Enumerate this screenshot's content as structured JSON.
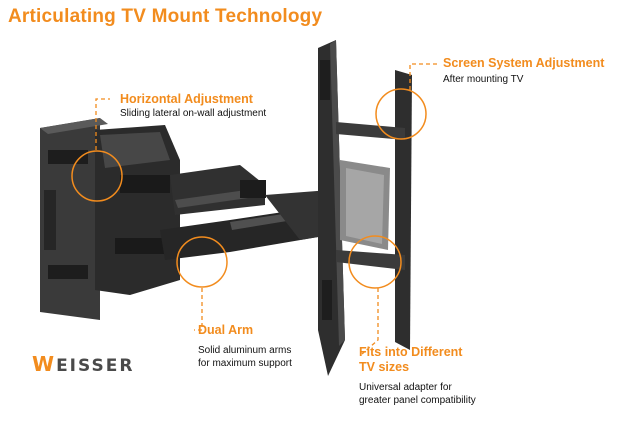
{
  "title": "Articulating TV Mount Technology",
  "callouts": {
    "horizontal": {
      "heading": "Horizontal Adjustment",
      "text": "Sliding lateral on-wall adjustment"
    },
    "screen": {
      "heading": "Screen System Adjustment",
      "text": "After mounting TV"
    },
    "dual_arm": {
      "heading": "Dual Arm",
      "line1": "Solid aluminum arms",
      "line2": "for maximum support"
    },
    "fits": {
      "heading_line1": "Fits into Different",
      "heading_line2": "TV sizes",
      "line1": "Universal adapter for",
      "line2": "greater panel compatibility"
    }
  },
  "logo": {
    "initial": "W",
    "rest": "EISSER"
  },
  "colors": {
    "accent": "#f28c1e",
    "metal": "#2a2a2a"
  }
}
